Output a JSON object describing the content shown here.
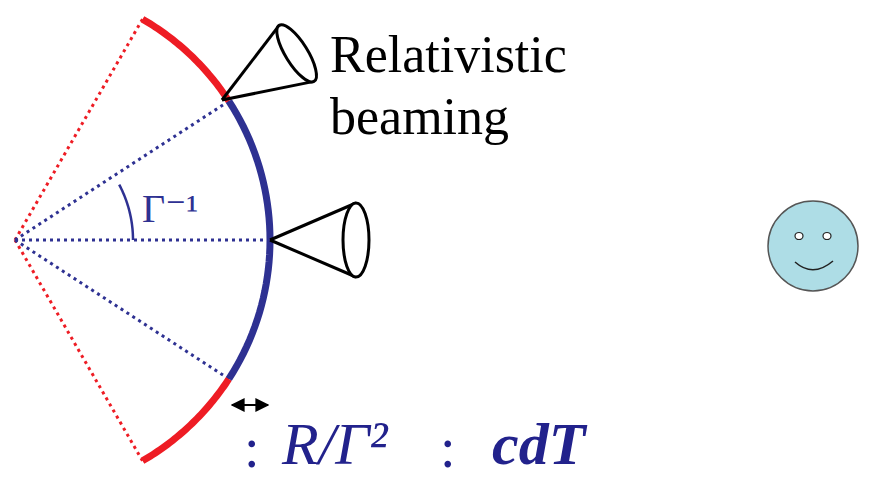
{
  "diagram": {
    "labels": [
      "Relativistic beaming",
      "Γ⁻¹",
      ":",
      "R/Γ²",
      ":",
      "cdT"
    ]
  }
}
